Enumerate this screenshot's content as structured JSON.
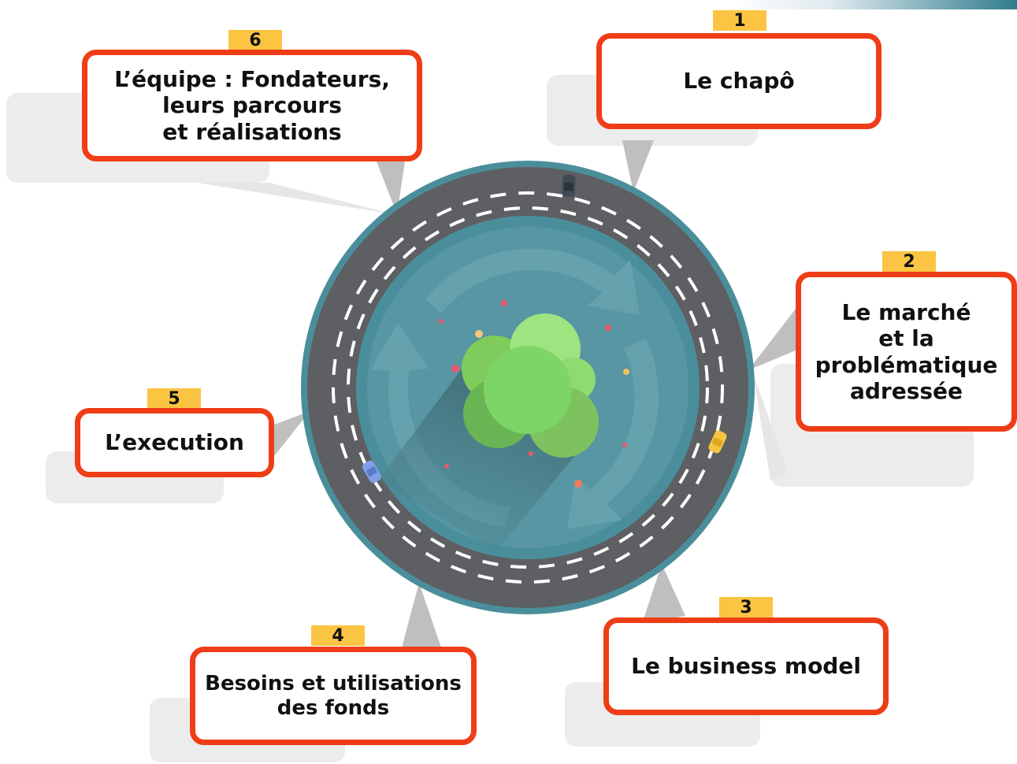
{
  "colors": {
    "box_border": "#ef3d17",
    "tag_fill": "#fbc443",
    "road": "#5d5f62",
    "road_rim": "#4b8e9b",
    "inner_disc": "#5796a2",
    "tree": "#7dd567"
  },
  "steps": [
    {
      "number": "1",
      "label": "Le chapô"
    },
    {
      "number": "2",
      "label": "Le marché\net la\nproblématique\nadressée"
    },
    {
      "number": "3",
      "label": "Le business model"
    },
    {
      "number": "4",
      "label": "Besoins et utilisations\ndes fonds"
    },
    {
      "number": "5",
      "label": "L’execution"
    },
    {
      "number": "6",
      "label": "L’équipe : Fondateurs,\nleurs parcours\net réalisations"
    }
  ]
}
